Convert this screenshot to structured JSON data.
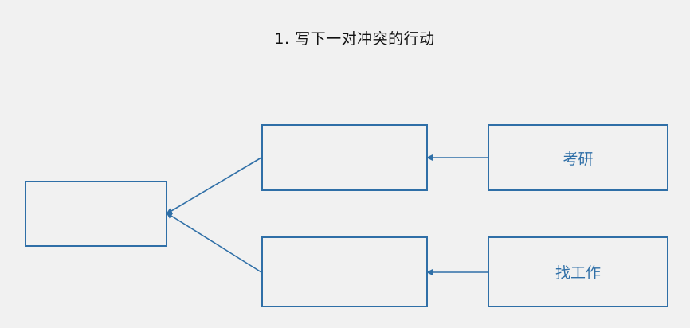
{
  "title": "1. 写下一对冲突的行动",
  "boxes": {
    "left": "",
    "mid_top": "",
    "mid_bottom": "",
    "right_top": "考研",
    "right_bottom": "找工作"
  },
  "colors": {
    "background": "#f1f1f1",
    "accent": "#2f6fa7",
    "title_text": "#111111"
  }
}
